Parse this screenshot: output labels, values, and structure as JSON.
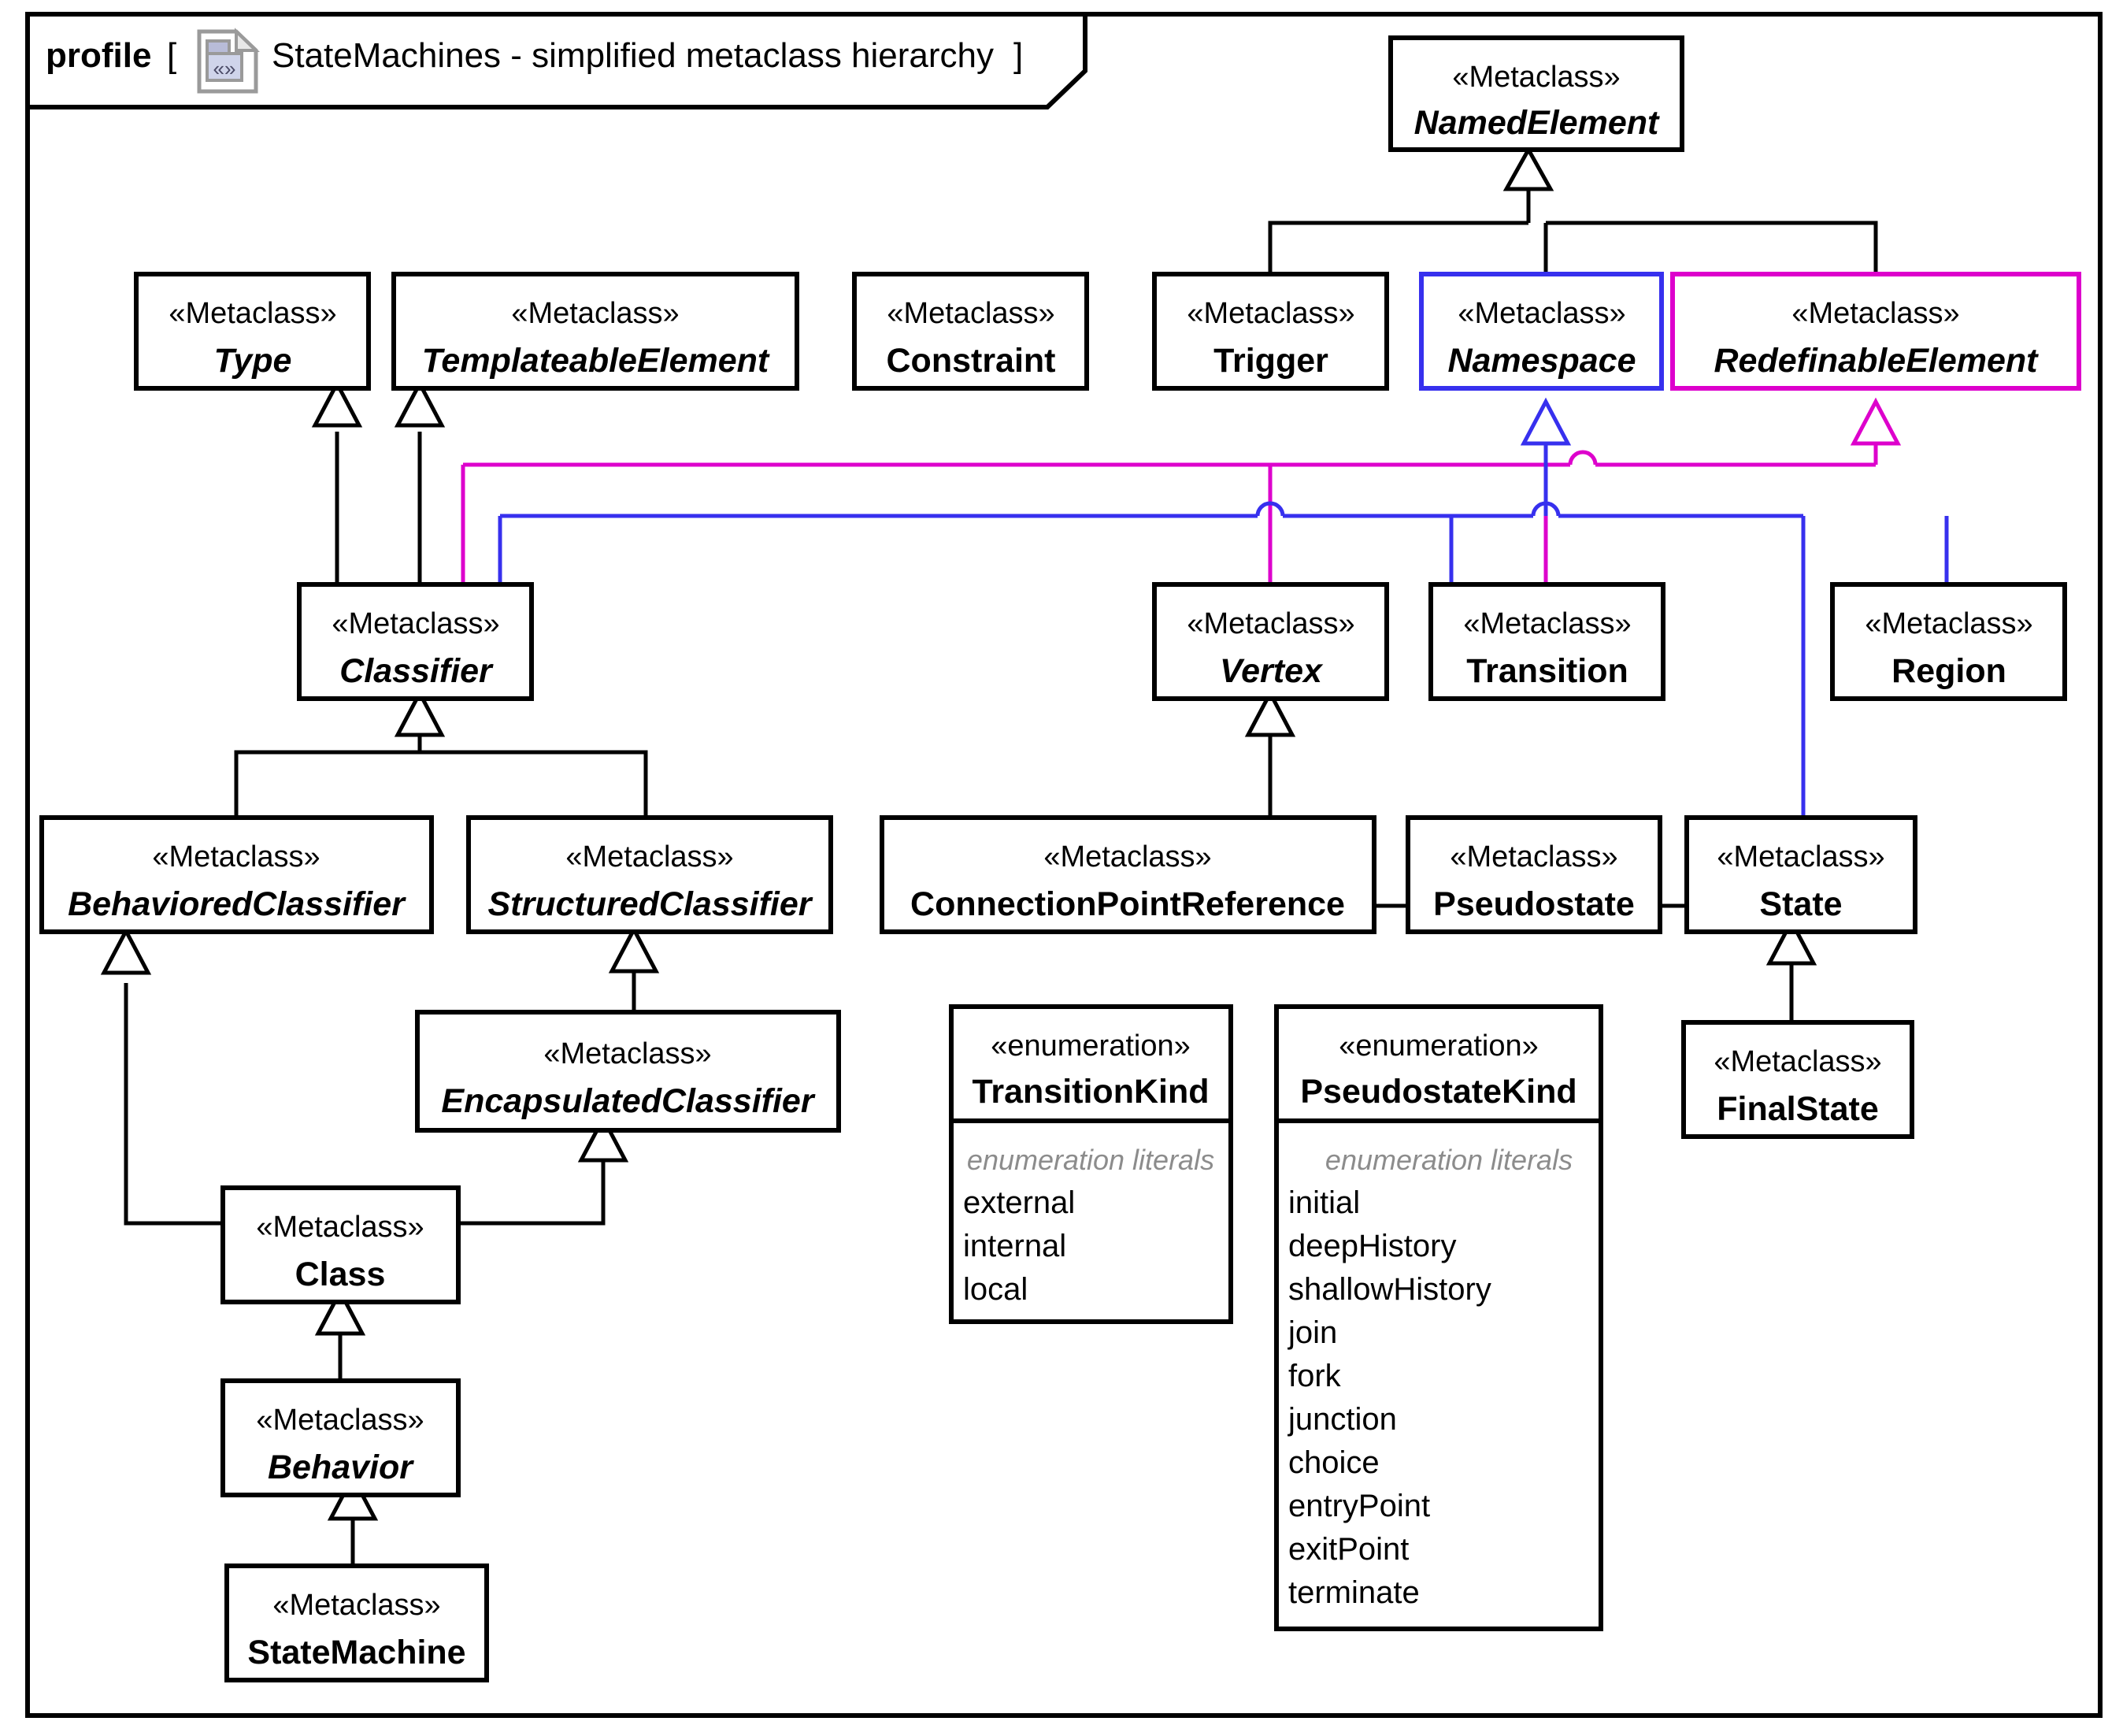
{
  "frame": {
    "keyword": "profile",
    "bracket_open": "[",
    "bracket_close": "]",
    "title": "StateMachines - simplified metaclass hierarchy",
    "icon": "profile-document-icon",
    "icon_glyph": "«»"
  },
  "labels": {
    "stereotype_metaclass": "«Metaclass»",
    "stereotype_enumeration": "«enumeration»",
    "enumeration_literals_caption": "enumeration literals"
  },
  "colors": {
    "default_border": "#000000",
    "namespace_border": "#3730ee",
    "redefinable_border": "#dd00cc",
    "background": "#ffffff",
    "caption_gray": "#8c8c8c"
  },
  "classes": [
    {
      "id": "NamedElement",
      "name": "NamedElement",
      "abstract": true,
      "border": "default"
    },
    {
      "id": "Type",
      "name": "Type",
      "abstract": true,
      "border": "default"
    },
    {
      "id": "TemplateableElement",
      "name": "TemplateableElement",
      "abstract": true,
      "border": "default"
    },
    {
      "id": "Constraint",
      "name": "Constraint",
      "abstract": false,
      "border": "default"
    },
    {
      "id": "Trigger",
      "name": "Trigger",
      "abstract": false,
      "border": "default"
    },
    {
      "id": "Namespace",
      "name": "Namespace",
      "abstract": true,
      "border": "blue"
    },
    {
      "id": "RedefinableElement",
      "name": "RedefinableElement",
      "abstract": true,
      "border": "magenta"
    },
    {
      "id": "Classifier",
      "name": "Classifier",
      "abstract": true,
      "border": "default"
    },
    {
      "id": "Vertex",
      "name": "Vertex",
      "abstract": true,
      "border": "default"
    },
    {
      "id": "Transition",
      "name": "Transition",
      "abstract": false,
      "border": "default"
    },
    {
      "id": "Region",
      "name": "Region",
      "abstract": false,
      "border": "default"
    },
    {
      "id": "BehavioredClassifier",
      "name": "BehavioredClassifier",
      "abstract": true,
      "border": "default"
    },
    {
      "id": "StructuredClassifier",
      "name": "StructuredClassifier",
      "abstract": true,
      "border": "default"
    },
    {
      "id": "ConnectionPointReference",
      "name": "ConnectionPointReference",
      "abstract": false,
      "border": "default"
    },
    {
      "id": "Pseudostate",
      "name": "Pseudostate",
      "abstract": false,
      "border": "default"
    },
    {
      "id": "State",
      "name": "State",
      "abstract": false,
      "border": "default"
    },
    {
      "id": "EncapsulatedClassifier",
      "name": "EncapsulatedClassifier",
      "abstract": true,
      "border": "default"
    },
    {
      "id": "FinalState",
      "name": "FinalState",
      "abstract": false,
      "border": "default"
    },
    {
      "id": "Class",
      "name": "Class",
      "abstract": false,
      "border": "default"
    },
    {
      "id": "Behavior",
      "name": "Behavior",
      "abstract": true,
      "border": "default"
    },
    {
      "id": "StateMachine",
      "name": "StateMachine",
      "abstract": false,
      "border": "default"
    }
  ],
  "enumerations": [
    {
      "id": "TransitionKind",
      "name": "TransitionKind",
      "literals": [
        "external",
        "internal",
        "local"
      ]
    },
    {
      "id": "PseudostateKind",
      "name": "PseudostateKind",
      "literals": [
        "initial",
        "deepHistory",
        "shallowHistory",
        "join",
        "fork",
        "junction",
        "choice",
        "entryPoint",
        "exitPoint",
        "terminate"
      ]
    }
  ],
  "generalizations": [
    {
      "from": "Trigger",
      "to": "NamedElement",
      "color": "default"
    },
    {
      "from": "Namespace",
      "to": "NamedElement",
      "color": "default"
    },
    {
      "from": "RedefinableElement",
      "to": "NamedElement",
      "color": "default"
    },
    {
      "from": "Classifier",
      "to": "Type",
      "color": "default"
    },
    {
      "from": "Classifier",
      "to": "TemplateableElement",
      "color": "default"
    },
    {
      "from": "Classifier",
      "to": "Namespace",
      "color": "blue"
    },
    {
      "from": "Classifier",
      "to": "RedefinableElement",
      "color": "magenta"
    },
    {
      "from": "Vertex",
      "to": "Namespace",
      "color": "blue"
    },
    {
      "from": "Vertex",
      "to": "RedefinableElement",
      "color": "magenta"
    },
    {
      "from": "Transition",
      "to": "Namespace",
      "color": "blue"
    },
    {
      "from": "Transition",
      "to": "RedefinableElement",
      "color": "magenta"
    },
    {
      "from": "Region",
      "to": "Namespace",
      "color": "blue"
    },
    {
      "from": "Region",
      "to": "RedefinableElement",
      "color": "magenta"
    },
    {
      "from": "BehavioredClassifier",
      "to": "Classifier",
      "color": "default"
    },
    {
      "from": "StructuredClassifier",
      "to": "Classifier",
      "color": "default"
    },
    {
      "from": "ConnectionPointReference",
      "to": "Vertex",
      "color": "default"
    },
    {
      "from": "Pseudostate",
      "to": "Vertex",
      "color": "default"
    },
    {
      "from": "State",
      "to": "Vertex",
      "color": "default"
    },
    {
      "from": "State",
      "to": "Namespace",
      "color": "blue"
    },
    {
      "from": "EncapsulatedClassifier",
      "to": "StructuredClassifier",
      "color": "default"
    },
    {
      "from": "FinalState",
      "to": "State",
      "color": "default"
    },
    {
      "from": "Class",
      "to": "BehavioredClassifier",
      "color": "default"
    },
    {
      "from": "Class",
      "to": "EncapsulatedClassifier",
      "color": "default"
    },
    {
      "from": "Behavior",
      "to": "Class",
      "color": "default"
    },
    {
      "from": "StateMachine",
      "to": "Behavior",
      "color": "default"
    }
  ]
}
